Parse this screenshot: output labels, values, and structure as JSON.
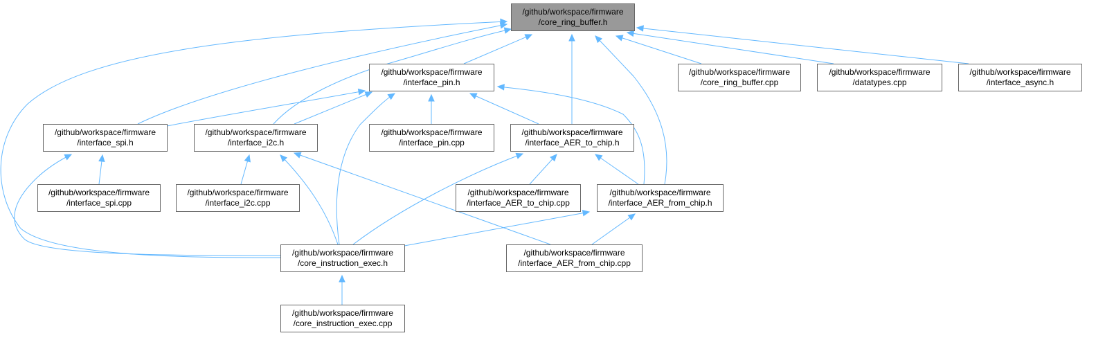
{
  "graph": {
    "nodes": [
      {
        "id": "core_ring_buffer_h",
        "line1": "/github/workspace/firmware",
        "line2": "/core_ring_buffer.h",
        "root": true
      },
      {
        "id": "interface_pin_h",
        "line1": "/github/workspace/firmware",
        "line2": "/interface_pin.h"
      },
      {
        "id": "core_ring_buffer_cpp",
        "line1": "/github/workspace/firmware",
        "line2": "/core_ring_buffer.cpp"
      },
      {
        "id": "datatypes_cpp",
        "line1": "/github/workspace/firmware",
        "line2": "/datatypes.cpp"
      },
      {
        "id": "interface_async_h",
        "line1": "/github/workspace/firmware",
        "line2": "/interface_async.h"
      },
      {
        "id": "interface_spi_h",
        "line1": "/github/workspace/firmware",
        "line2": "/interface_spi.h"
      },
      {
        "id": "interface_i2c_h",
        "line1": "/github/workspace/firmware",
        "line2": "/interface_i2c.h"
      },
      {
        "id": "interface_pin_cpp",
        "line1": "/github/workspace/firmware",
        "line2": "/interface_pin.cpp"
      },
      {
        "id": "interface_AER_to_chip_h",
        "line1": "/github/workspace/firmware",
        "line2": "/interface_AER_to_chip.h"
      },
      {
        "id": "interface_spi_cpp",
        "line1": "/github/workspace/firmware",
        "line2": "/interface_spi.cpp"
      },
      {
        "id": "interface_i2c_cpp",
        "line1": "/github/workspace/firmware",
        "line2": "/interface_i2c.cpp"
      },
      {
        "id": "interface_AER_to_chip_cpp",
        "line1": "/github/workspace/firmware",
        "line2": "/interface_AER_to_chip.cpp"
      },
      {
        "id": "interface_AER_from_chip_h",
        "line1": "/github/workspace/firmware",
        "line2": "/interface_AER_from_chip.h"
      },
      {
        "id": "core_instruction_exec_h",
        "line1": "/github/workspace/firmware",
        "line2": "/core_instruction_exec.h"
      },
      {
        "id": "interface_AER_from_chip_cpp",
        "line1": "/github/workspace/firmware",
        "line2": "/interface_AER_from_chip.cpp"
      },
      {
        "id": "core_instruction_exec_cpp",
        "line1": "/github/workspace/firmware",
        "line2": "/core_instruction_exec.cpp"
      }
    ],
    "edges": [
      {
        "from": "interface_pin_h",
        "to": "core_ring_buffer_h"
      },
      {
        "from": "core_ring_buffer_cpp",
        "to": "core_ring_buffer_h"
      },
      {
        "from": "datatypes_cpp",
        "to": "core_ring_buffer_h"
      },
      {
        "from": "interface_async_h",
        "to": "core_ring_buffer_h"
      },
      {
        "from": "interface_spi_h",
        "to": "core_ring_buffer_h"
      },
      {
        "from": "interface_i2c_h",
        "to": "core_ring_buffer_h"
      },
      {
        "from": "interface_AER_to_chip_h",
        "to": "core_ring_buffer_h"
      },
      {
        "from": "interface_AER_from_chip_h",
        "to": "core_ring_buffer_h"
      },
      {
        "from": "core_instruction_exec_h",
        "to": "core_ring_buffer_h"
      },
      {
        "from": "interface_spi_h",
        "to": "interface_pin_h"
      },
      {
        "from": "interface_i2c_h",
        "to": "interface_pin_h"
      },
      {
        "from": "interface_pin_cpp",
        "to": "interface_pin_h"
      },
      {
        "from": "interface_AER_to_chip_h",
        "to": "interface_pin_h"
      },
      {
        "from": "interface_AER_from_chip_h",
        "to": "interface_pin_h"
      },
      {
        "from": "core_instruction_exec_h",
        "to": "interface_pin_h"
      },
      {
        "from": "interface_spi_cpp",
        "to": "interface_spi_h"
      },
      {
        "from": "core_instruction_exec_h",
        "to": "interface_spi_h"
      },
      {
        "from": "interface_i2c_cpp",
        "to": "interface_i2c_h"
      },
      {
        "from": "core_instruction_exec_h",
        "to": "interface_i2c_h"
      },
      {
        "from": "interface_AER_from_chip_cpp",
        "to": "interface_i2c_h"
      },
      {
        "from": "interface_AER_to_chip_cpp",
        "to": "interface_AER_to_chip_h"
      },
      {
        "from": "interface_AER_from_chip_h",
        "to": "interface_AER_to_chip_h"
      },
      {
        "from": "core_instruction_exec_h",
        "to": "interface_AER_to_chip_h"
      },
      {
        "from": "core_instruction_exec_h",
        "to": "interface_AER_from_chip_h"
      },
      {
        "from": "interface_AER_from_chip_cpp",
        "to": "interface_AER_from_chip_h"
      },
      {
        "from": "core_instruction_exec_cpp",
        "to": "core_instruction_exec_h"
      }
    ]
  },
  "colors": {
    "edge": "#63b8ff",
    "node_border": "#666666",
    "root_fill": "#999999",
    "node_fill": "#ffffff"
  }
}
